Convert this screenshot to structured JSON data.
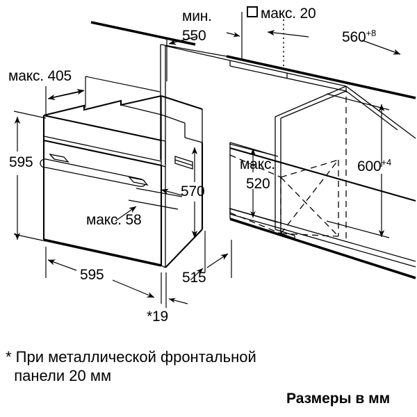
{
  "drawing": {
    "title_hidden": "",
    "units_note": "Размеры в мм",
    "footnote_line1": "* При металлической фронтальной",
    "footnote_line2": "  панели 20 мм",
    "color": "#000000",
    "background": "#ffffff"
  },
  "dimensions": {
    "max405": {
      "label": "макс. 405",
      "value": 405,
      "qualifier": "макс."
    },
    "min550_l1": {
      "label": "мин.",
      "value": 550
    },
    "min550_l2": {
      "label": "550",
      "value": 550
    },
    "max20": {
      "label": "макс. 20",
      "value": 20,
      "qualifier": "макс.",
      "symbol": "square"
    },
    "w560": {
      "label": "560",
      "value": 560,
      "tolerance": "+8"
    },
    "h600": {
      "label": "600",
      "value": 600,
      "tolerance": "+4"
    },
    "h595": {
      "label": "595",
      "value": 595
    },
    "max58": {
      "label": "макс. 58",
      "value": 58,
      "qualifier": "макс."
    },
    "d570": {
      "label": "570",
      "value": 570
    },
    "max520_l1": {
      "label": "макс.",
      "qualifier": "макс."
    },
    "max520_l2": {
      "label": "520",
      "value": 520
    },
    "w595": {
      "label": "595",
      "value": 595
    },
    "d515": {
      "label": "515",
      "value": 515
    },
    "t19": {
      "label": "*19",
      "value": 19,
      "footnote_ref": "*"
    }
  },
  "chart_data": {
    "type": "table",
    "title": "Габаритные размеры встраиваемого духового шкафа",
    "xlabel": "",
    "ylabel": "",
    "categories": [
      "макс. 405",
      "мин. 550",
      "макс. 20",
      "560+8",
      "600+4",
      "595",
      "макс. 58",
      "570",
      "макс. 520",
      "595",
      "515",
      "*19"
    ],
    "values": [
      405,
      550,
      20,
      560,
      600,
      595,
      58,
      570,
      520,
      595,
      515,
      19
    ],
    "units": "мм",
    "annotations": [
      "* При металлической фронтальной панели 20 мм",
      "Размеры в мм"
    ]
  }
}
